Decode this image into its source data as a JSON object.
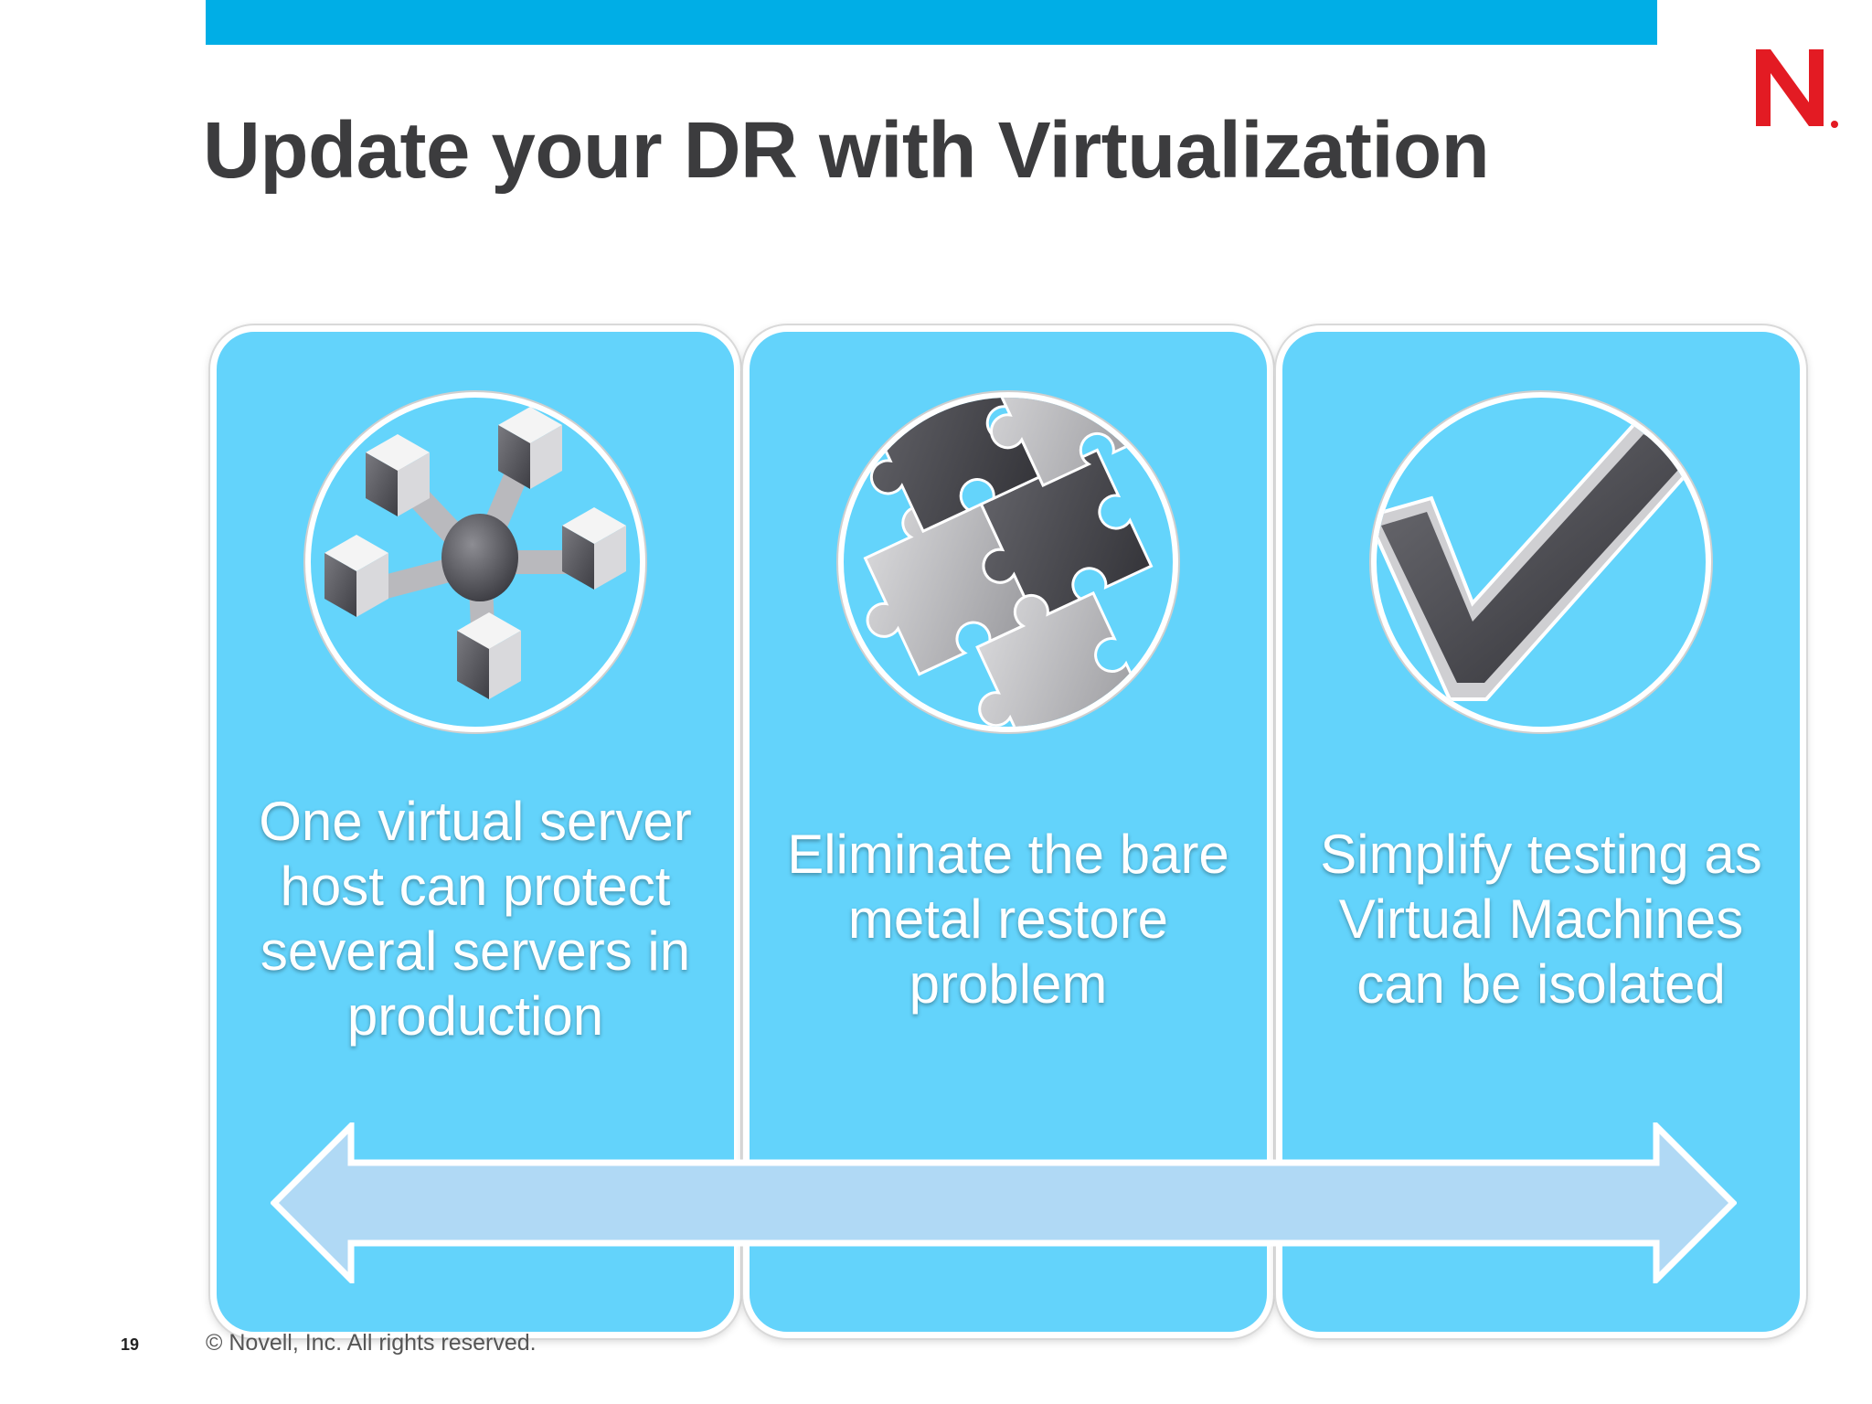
{
  "slide": {
    "title": "Update your DR with Virtualization",
    "page_number": "19",
    "footer": "©  Novell, Inc.  All rights reserved.",
    "logo_letter": "N",
    "accent_color": "#00aee6",
    "logo_color": "#e31b23"
  },
  "panels": [
    {
      "icon": "network-hub-icon",
      "text": "One virtual server host can protect several servers in production"
    },
    {
      "icon": "puzzle-pieces-icon",
      "text": "Eliminate the bare metal restore problem"
    },
    {
      "icon": "checkmark-icon",
      "text": "Simplify testing as Virtual Machines can be isolated"
    }
  ]
}
